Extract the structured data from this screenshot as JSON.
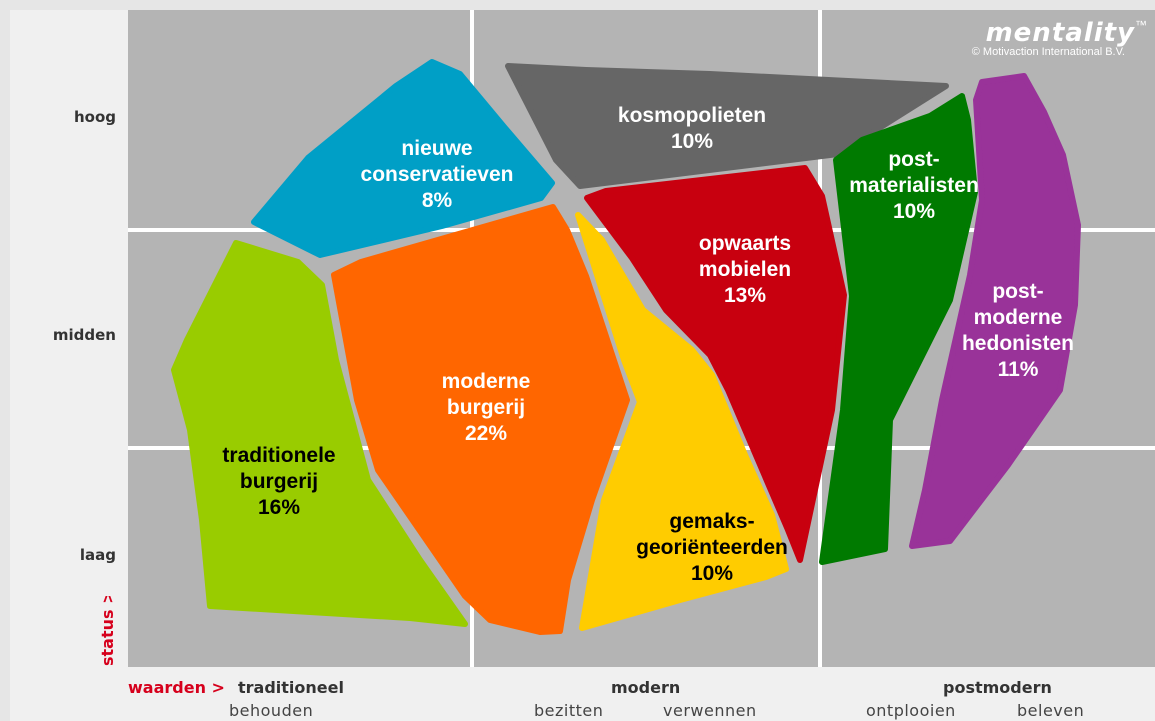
{
  "logo": {
    "name": "mentality",
    "trademark": "™",
    "copyright": "© Motivaction International B.V."
  },
  "axes": {
    "y_title": "status >",
    "y_levels": [
      "hoog",
      "midden",
      "laag"
    ],
    "x_title": "waarden >",
    "x_groups": [
      "traditioneel",
      "modern",
      "postmodern"
    ],
    "x_subs": [
      "behouden",
      "bezitten",
      "verwennen",
      "ontplooien",
      "beleven"
    ]
  },
  "segments": [
    {
      "lines": [
        "nieuwe",
        "conservatieven",
        "8%"
      ],
      "color": "#009fc6",
      "text_color": "#ffffff"
    },
    {
      "lines": [
        "kosmopolieten",
        "10%"
      ],
      "color": "#666666",
      "text_color": "#ffffff"
    },
    {
      "lines": [
        "post-",
        "materialisten",
        "10%"
      ],
      "color": "#007a00",
      "text_color": "#ffffff"
    },
    {
      "lines": [
        "opwaarts",
        "mobielen",
        "13%"
      ],
      "color": "#c8000f",
      "text_color": "#ffffff"
    },
    {
      "lines": [
        "post-",
        "moderne",
        "hedonisten",
        "11%"
      ],
      "color": "#993399",
      "text_color": "#ffffff"
    },
    {
      "lines": [
        "moderne",
        "burgerij",
        "22%"
      ],
      "color": "#ff6600",
      "text_color": "#ffffff"
    },
    {
      "lines": [
        "traditionele",
        "burgerij",
        "16%"
      ],
      "color": "#99cc00",
      "text_color": "#000000"
    },
    {
      "lines": [
        "gemaks-",
        "georiënteerden",
        "10%"
      ],
      "color": "#ffcc00",
      "text_color": "#000000"
    }
  ],
  "colors": {
    "background": "#e6e6e6",
    "grid_area": "#b4b4b4",
    "grid_lines": "#ffffff",
    "accent_red": "#d6001c"
  }
}
